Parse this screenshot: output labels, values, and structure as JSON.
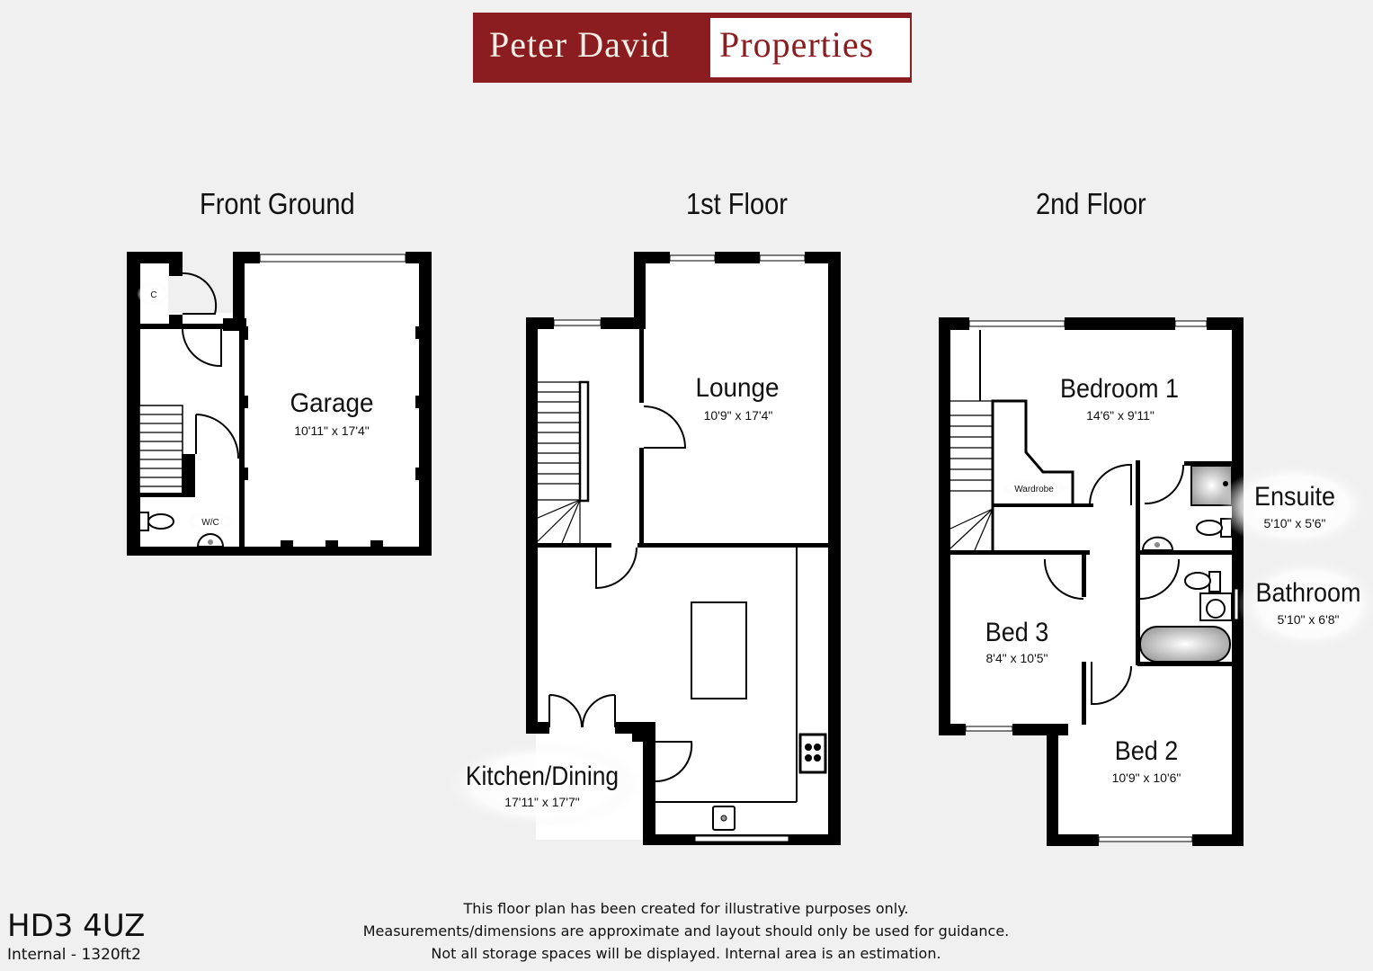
{
  "brand": {
    "name_part1": "Peter David",
    "name_part2": "Properties",
    "colors": {
      "primary": "#8b1c1f",
      "text_light": "#f4efe6",
      "background": "#f0f0f0"
    }
  },
  "floors": [
    {
      "title": "Front Ground",
      "rooms": [
        {
          "name": "Garage",
          "dimensions": "10'11\" x 17'4\""
        },
        {
          "name": "W/C",
          "dimensions": ""
        },
        {
          "name": "C",
          "dimensions": ""
        }
      ]
    },
    {
      "title": "1st Floor",
      "rooms": [
        {
          "name": "Lounge",
          "dimensions": "10'9\" x 17'4\""
        },
        {
          "name": "Kitchen/Dining",
          "dimensions": "17'11\" x 17'7\""
        }
      ]
    },
    {
      "title": "2nd Floor",
      "rooms": [
        {
          "name": "Bedroom 1",
          "dimensions": "14'6\" x 9'11\""
        },
        {
          "name": "Ensuite",
          "dimensions": "5'10\" x 5'6\""
        },
        {
          "name": "Bathroom",
          "dimensions": "5'10\" x 6'8\""
        },
        {
          "name": "Bed 3",
          "dimensions": "8'4\" x 10'5\""
        },
        {
          "name": "Bed 2",
          "dimensions": "10'9\" x 10'6\""
        },
        {
          "name": "Wardrobe",
          "dimensions": ""
        }
      ]
    }
  ],
  "footer": {
    "postcode": "HD3 4UZ",
    "internal_area": "Internal - 1320ft2",
    "disclaimer": [
      "This floor plan has been created for illustrative purposes only.",
      "Measurements/dimensions are approximate and layout should only be used for guidance.",
      "Not all storage spaces will be displayed. Internal area is an estimation."
    ]
  }
}
